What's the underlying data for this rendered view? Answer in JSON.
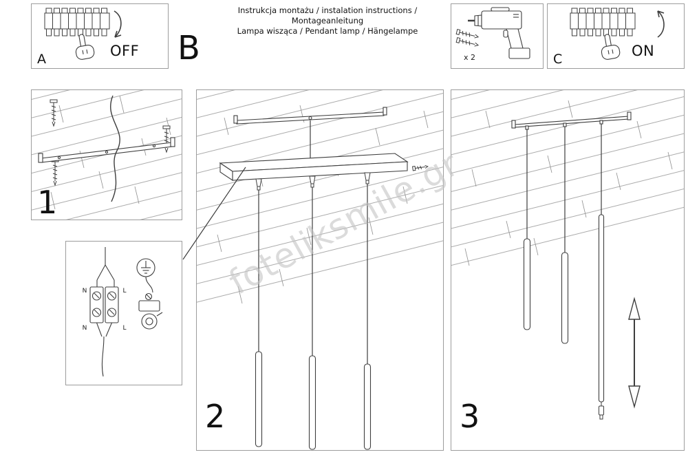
{
  "header": {
    "title_line1": "Instrukcja montażu / instalation instructions / Montageanleitung",
    "title_line2": "Lampa wisząca / Pendant lamp / Hängelampe",
    "section_label": "B"
  },
  "panels": {
    "a": {
      "label": "A",
      "state": "OFF"
    },
    "c": {
      "label": "C",
      "state": "ON"
    },
    "tools": {
      "screws_qty": "x 2"
    }
  },
  "steps": [
    {
      "number": "1"
    },
    {
      "number": "2"
    },
    {
      "number": "3"
    }
  ],
  "wiring_detail": {
    "n_top": "N",
    "l_top": "L",
    "n_bottom": "N",
    "l_bottom": "L"
  },
  "watermark": "foteliksmile.gr",
  "colors": {
    "stroke": "#3d3d3d",
    "box_border": "#9c9c9c",
    "watermark": "#c4c4c4"
  }
}
